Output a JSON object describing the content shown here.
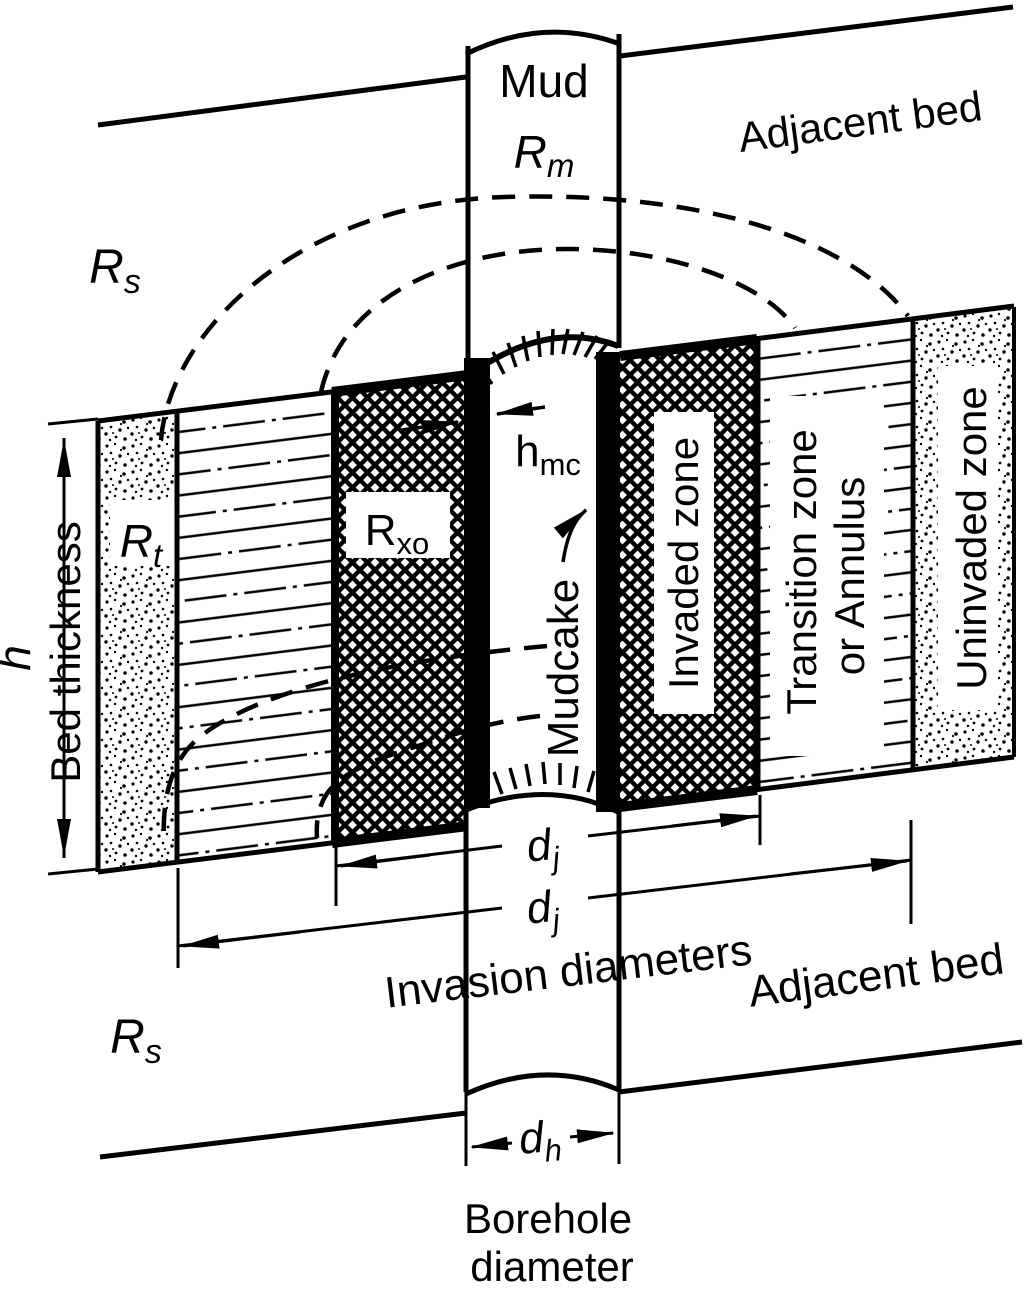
{
  "labels": {
    "mud": "Mud",
    "rm": {
      "base": "R",
      "sub": "m"
    },
    "adjacent_bed_top": "Adjacent bed",
    "rs_top": {
      "base": "R",
      "sub": "s"
    },
    "rt": {
      "base": "R",
      "sub": "t"
    },
    "rxo": {
      "base": "R",
      "sub": "xo"
    },
    "hmc": {
      "base": "h",
      "sub": "mc"
    },
    "mudcake": "Mudcake",
    "invaded_zone": "Invaded zone",
    "transition_zone_line1": "Transition zone",
    "transition_zone_line2": "or Annulus",
    "uninvaded_zone": "Uninvaded zone",
    "bed_thickness": "Bed thickness",
    "bed_thickness_symbol": "h",
    "dj_invaded": {
      "base": "d",
      "sub": "j"
    },
    "dj_transition": {
      "base": "d",
      "sub": "j"
    },
    "invasion_diameters": "Invasion diameters",
    "adjacent_bed_bottom": "Adjacent bed",
    "rs_bottom": {
      "base": "R",
      "sub": "s"
    },
    "dh": {
      "base": "d",
      "sub": "h"
    },
    "borehole_diameter_line1": "Borehole",
    "borehole_diameter_line2": "diameter"
  },
  "colors": {
    "ink": "#000000",
    "paper": "#ffffff"
  }
}
